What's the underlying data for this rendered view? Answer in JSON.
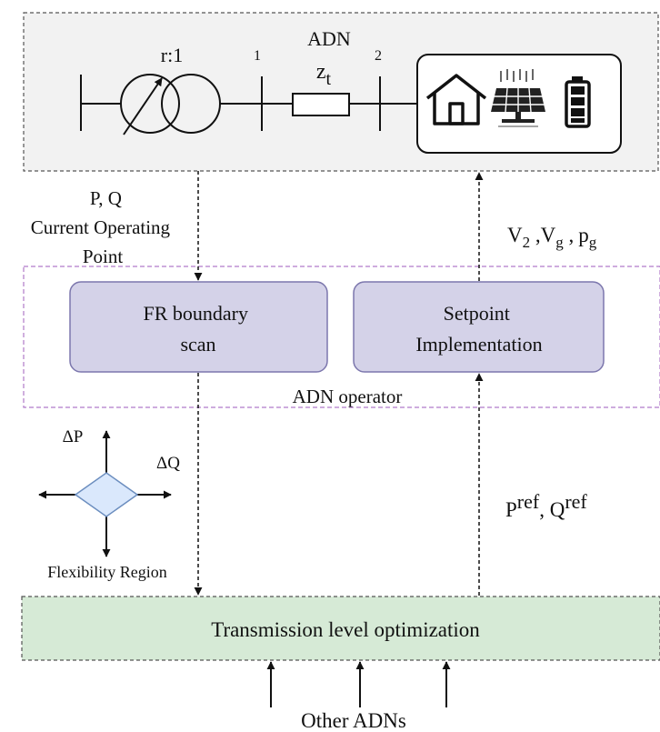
{
  "adn_panel": {
    "title": "ADN",
    "ratio": "r:1",
    "bus1": "1",
    "bus2": "2",
    "impedance": {
      "base": "z",
      "sub": "t"
    },
    "devices": [
      "house-icon",
      "solar-panel-icon",
      "battery-icon"
    ]
  },
  "measurement": {
    "line1": "P, Q",
    "line2": "Current Operating",
    "line3": "Point"
  },
  "setpoint_vars": {
    "v": "V",
    "v_sub": "2",
    "sep1": " ,",
    "vg": "V",
    "vg_sub": "g",
    "sep2": " ,",
    "pg": "p",
    "pg_sub": "g"
  },
  "operator": {
    "label": "ADN operator",
    "box_left": {
      "line1": "FR boundary",
      "line2": "scan"
    },
    "box_right": {
      "line1": "Setpoint",
      "line2": "Implementation"
    }
  },
  "flexibility": {
    "dp": "ΔP",
    "dq": "ΔQ",
    "caption": "Flexibility Region"
  },
  "references": {
    "p": "P",
    "p_sup": "ref",
    "sep": ", ",
    "q": "Q",
    "q_sup": "ref"
  },
  "transmission": {
    "label": "Transmission level optimization"
  },
  "other_adns": {
    "label": "Other ADNs"
  },
  "colors": {
    "panel_fill": "#f2f2f2",
    "process_box_fill": "#d4d2e8",
    "process_box_stroke": "#7c77ad",
    "operator_border": "#b07ac9",
    "transmission_fill": "#d6ead6",
    "diamond_fill": "#dae8fc",
    "diamond_stroke": "#6c8ebf"
  }
}
